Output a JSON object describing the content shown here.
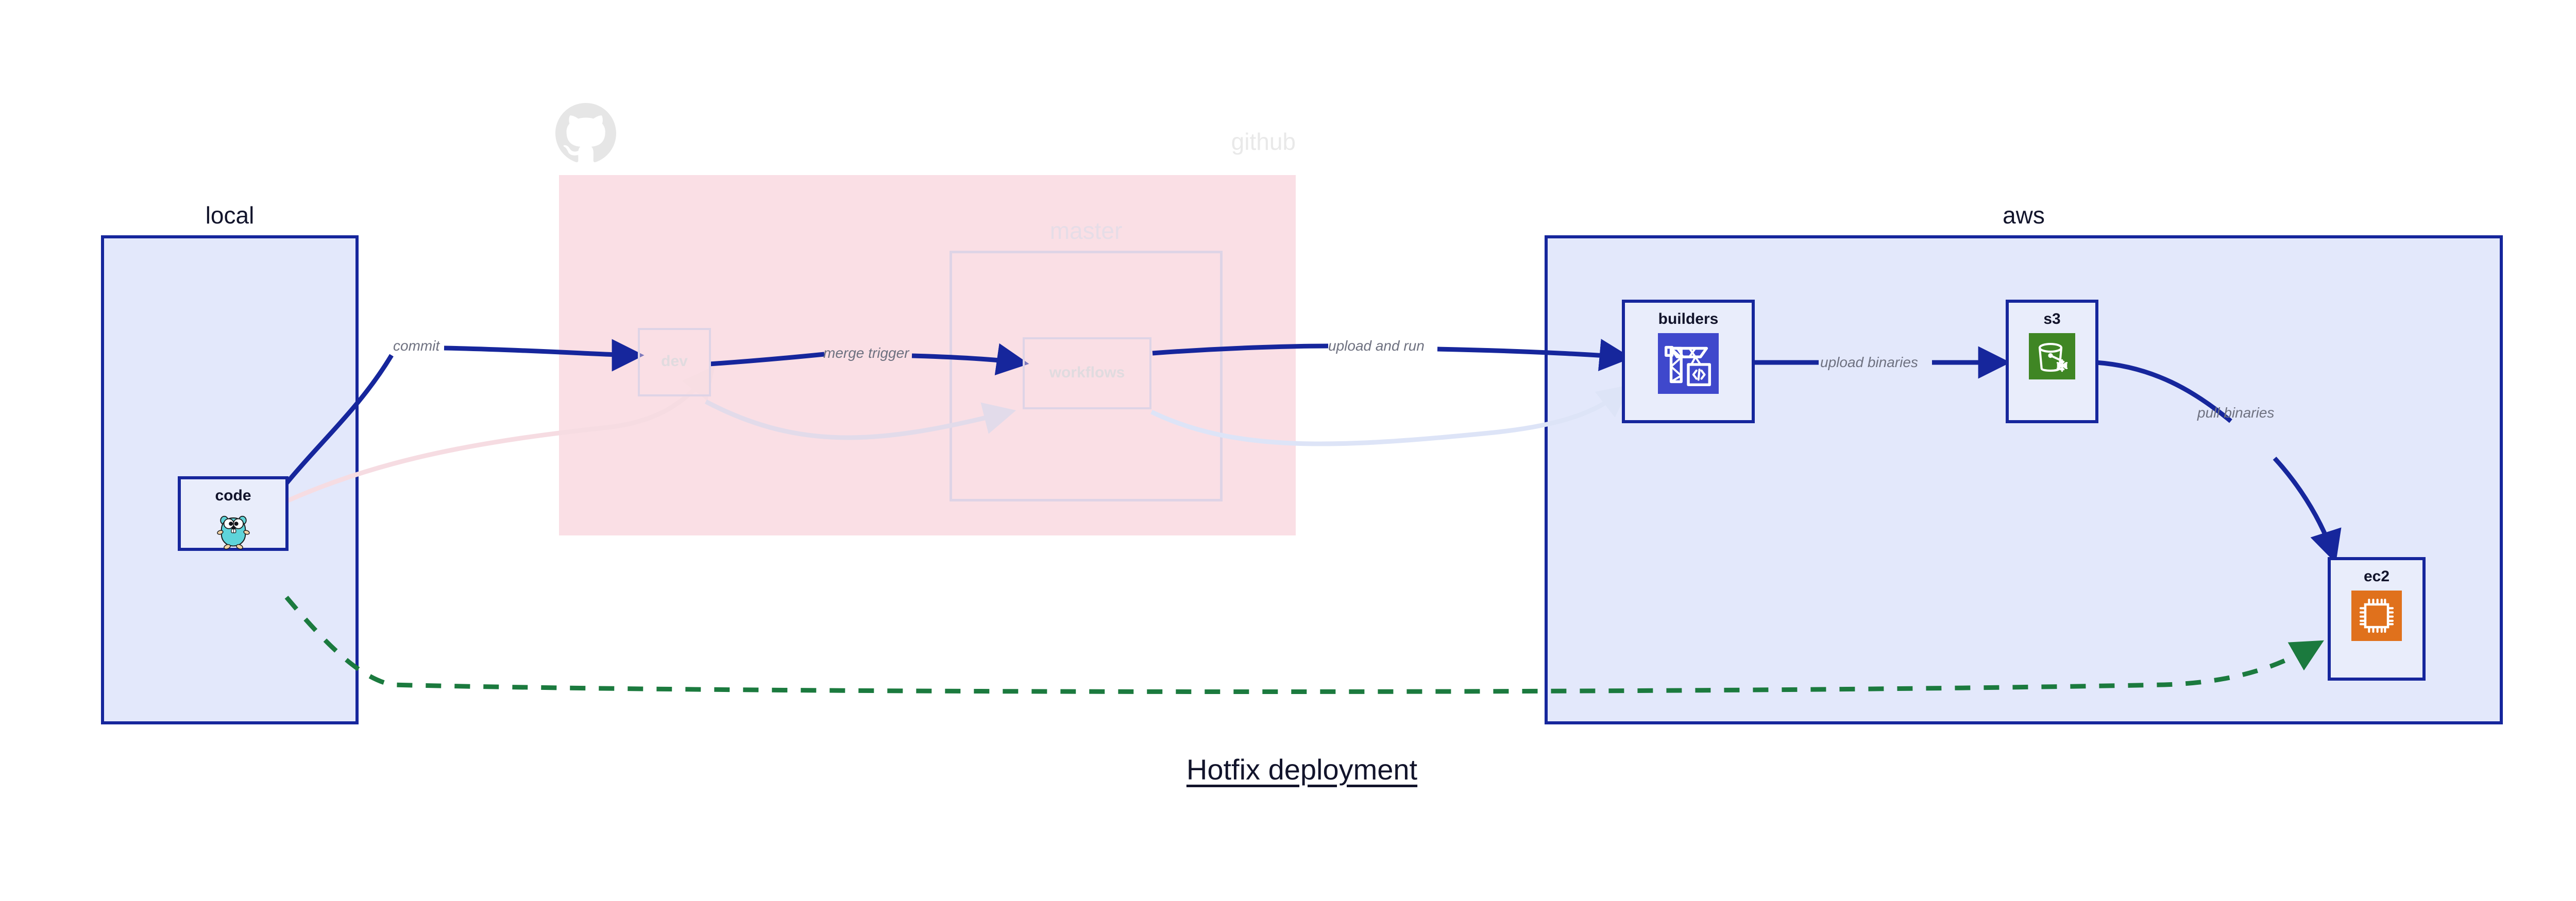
{
  "diagram": {
    "title": "Hotfix deployment",
    "type": "architecture-flow"
  },
  "clusters": [
    {
      "id": "local",
      "label": "local",
      "fill": "#e3e8fb",
      "stroke": "#16269c"
    },
    {
      "id": "github",
      "label": "github",
      "fill": "#fadfe5",
      "stroke": "none"
    },
    {
      "id": "master",
      "label": "master",
      "fill": "none",
      "stroke": "#ded4e6"
    },
    {
      "id": "aws",
      "label": "aws",
      "fill": "#e3e8fb",
      "stroke": "#16269c"
    }
  ],
  "nodes": [
    {
      "id": "code",
      "label": "code",
      "icon": "golang-gopher-icon",
      "cluster": "local",
      "state": "active"
    },
    {
      "id": "dev",
      "label": "dev",
      "icon": "none",
      "cluster": "github",
      "state": "faded"
    },
    {
      "id": "workflows",
      "label": "workflows",
      "icon": "none",
      "cluster": "master",
      "state": "faded"
    },
    {
      "id": "builders",
      "label": "builders",
      "icon": "aws-codebuild-icon",
      "cluster": "aws",
      "state": "active",
      "icon_color": "#3f48cc"
    },
    {
      "id": "s3",
      "label": "s3",
      "icon": "aws-s3-glacier-icon",
      "cluster": "aws",
      "state": "active",
      "icon_color": "#3f8624"
    },
    {
      "id": "ec2",
      "label": "ec2",
      "icon": "aws-ec2-icon",
      "cluster": "aws",
      "state": "active",
      "icon_color": "#e0711c"
    }
  ],
  "edges": [
    {
      "id": "commit",
      "from": "code",
      "to": "dev",
      "label": "commit",
      "style": "solid",
      "color": "#16269c"
    },
    {
      "id": "merge-trigger",
      "from": "dev",
      "to": "workflows",
      "label": "merge trigger",
      "style": "solid",
      "color": "#16269c"
    },
    {
      "id": "upload-and-run",
      "from": "workflows",
      "to": "builders",
      "label": "upload and run",
      "style": "solid",
      "color": "#16269c"
    },
    {
      "id": "upload-binaries",
      "from": "builders",
      "to": "s3",
      "label": "upload binaries",
      "style": "solid",
      "color": "#16269c"
    },
    {
      "id": "pull-binaries",
      "from": "s3",
      "to": "ec2",
      "label": "pull binaries",
      "style": "solid",
      "color": "#16269c"
    },
    {
      "id": "hotfix-direct",
      "from": "code",
      "to": "ec2",
      "label": "",
      "style": "dashed",
      "color": "#1b7a3e"
    },
    {
      "id": "faded-commit",
      "from": "code",
      "to": "dev",
      "label": "",
      "style": "faded",
      "color": "#f7dde3"
    },
    {
      "id": "faded-merge",
      "from": "dev",
      "to": "workflows",
      "label": "",
      "style": "faded",
      "color": "#e5dce9"
    },
    {
      "id": "faded-upload",
      "from": "workflows",
      "to": "builders",
      "label": "",
      "style": "faded",
      "color": "#dfe5f8"
    }
  ],
  "edge_labels": {
    "commit": "commit",
    "merge_trigger": "merge trigger",
    "upload_and_run": "upload and run",
    "upload_binaries": "upload binaries",
    "pull_binaries": "pull binaries"
  },
  "colors": {
    "node_border": "#16269c",
    "node_fill": "#e9edfb",
    "cluster_blue_fill": "#e3e8fb",
    "cluster_pink_fill": "#fadfe5",
    "edge_blue": "#16269c",
    "edge_green": "#1b7a3e",
    "label_gray": "#6e7180",
    "text_dark": "#12142b",
    "watermark_gray": "#e6e6e6"
  }
}
